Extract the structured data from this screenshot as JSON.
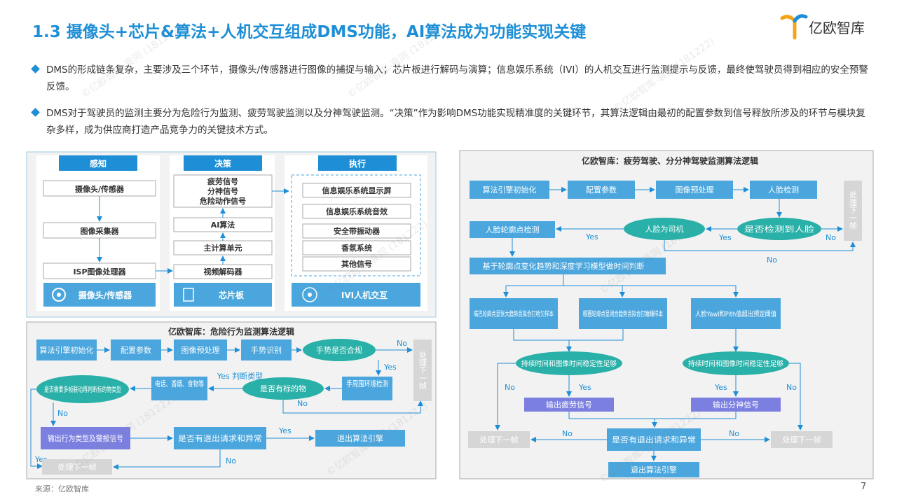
{
  "title": "1.3 摄像头+芯片&算法+人机交互组成DMS功能，AI算法成为功能实现关键",
  "logo_text": "亿欧智库",
  "bullets": [
    "DMS的形成链条复杂，主要涉及三个环节，摄像头/传感器进行图像的捕捉与输入；芯片板进行解码与演算；信息娱乐系统（IVI）的人机交互进行监测提示与反馈，最终使驾驶员得到相应的安全预警反馈。",
    "DMS对于驾驶员的监测主要分为危险行为监测、疲劳驾驶监测以及分神驾驶监测。“决策”作为影响DMS功能实现精准度的关键环节，其算法逻辑由最初的配置参数到信号释放所涉及的环节与模块复杂多样，成为供应商打造产品竞争力的关键技术方式。"
  ],
  "arch": {
    "perception": {
      "header": "感知",
      "boxes": [
        "摄像头/传感器",
        "图像采集器",
        "ISP图像处理器"
      ],
      "footer": "摄像头/传感器"
    },
    "decision": {
      "header": "决策",
      "signals": [
        "疲劳信号",
        "分神信号",
        "危险动作信号"
      ],
      "boxes": [
        "AI算法",
        "主计算单元",
        "视频解码器"
      ],
      "footer": "芯片板"
    },
    "execution": {
      "header": "执行",
      "boxes": [
        "信息娱乐系统显示屏",
        "信息娱乐系统音效",
        "安全带振动器",
        "香氛系统",
        "其他信号"
      ],
      "footer": "IVI人机交互"
    }
  },
  "danger": {
    "title": "亿欧智库：危险行为监测算法逻辑",
    "init": "算法引擎初始化",
    "config": "配置参数",
    "preprocess": "图像预处理",
    "gesture": "手势识别",
    "compliant": "手势是否合规",
    "side_next": "处理下一帧",
    "env": "手周围环境检测",
    "has_obj": "是否有标的物",
    "yes_judge": "Yes 判断类型",
    "objects": "电话、香烟、食物等",
    "multi_frame": "是否需要多帧联动再判断标的物类型",
    "output": "输出行为类型及警报信号",
    "exit_q": "是否有退出请求和异常",
    "exit": "退出算法引擎",
    "next": "处理下一帧",
    "yes": "Yes",
    "no": "No"
  },
  "fatigue": {
    "title": "亿欧智库：疲劳驾驶、分分神驾驶监测算法逻辑",
    "init": "算法引擎初始化",
    "config": "配置参数",
    "preprocess": "图像预处理",
    "face_detect": "人脸检测",
    "side_next": "处理下一帧",
    "detected": "是否检测到人脸",
    "is_driver": "人脸为司机",
    "landmark": "人脸轮廓点检测",
    "model": "基于轮廓点变化趋势和深度学习模型做时间判断",
    "mouth": "嘴巴轮廓点呈张大趋势且拟合打哈欠样本",
    "eyes": "眼圈轮廓点呈闭合趋势且拟合打瞌睡样本",
    "yaw": "人脸Yawl和Pith值超出预定阈值",
    "stable1": "持续时间和图像时间稳定性足够",
    "stable2": "持续时间和图像时间稳定性足够",
    "out_fatigue": "输出疲劳信号",
    "out_distract": "输出分神信号",
    "next_left": "处理下一帧",
    "next_right": "处理下一帧",
    "exit_q": "是否有退出请求和异常",
    "exit": "退出算法引擎",
    "yes": "Yes",
    "no": "No"
  },
  "watermark": "©亿欧智库-袁同 (181222)",
  "footer": "来源：亿欧智库",
  "page_number": "7",
  "colors": {
    "primary": "#1e8fd6",
    "box_fill": "#4aa6dd",
    "purple": "#7b7fe0",
    "gray": "#d6d6d6",
    "panel": "#f2f2f2"
  }
}
